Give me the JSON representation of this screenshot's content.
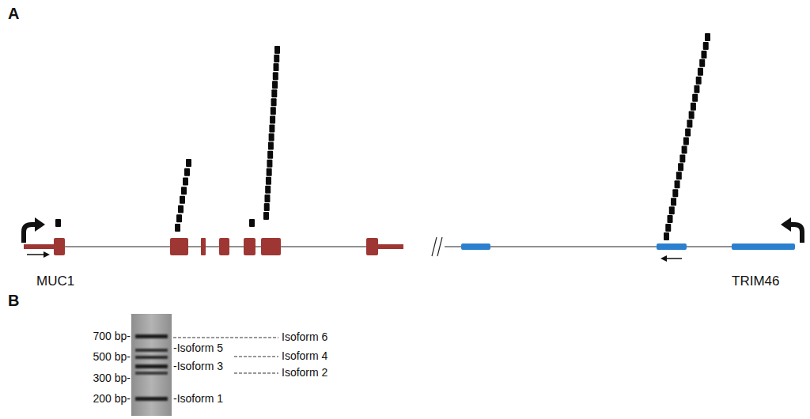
{
  "diagram": {
    "labels": [
      "A",
      "B",
      "MUC1",
      "TRIM46",
      "700 bp-",
      "500 bp-",
      "300 bp-",
      "200 bp-",
      "-Isoform 5",
      "-Isoform 3",
      "-Isoform 1",
      "Isoform 6",
      "Isoform 4",
      "Isoform 2"
    ]
  }
}
